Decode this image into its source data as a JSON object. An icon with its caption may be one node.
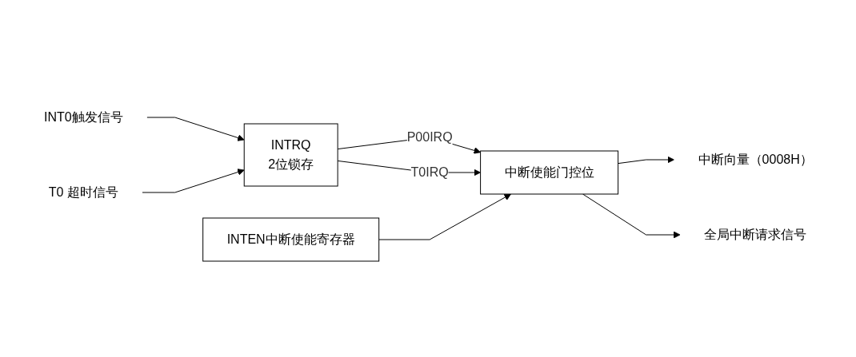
{
  "diagram": {
    "nodes": [
      {
        "text": [
          "INTEN中断使能寄存器"
        ]
      },
      {
        "text": [
          "INTRQ",
          "2位锁存"
        ]
      },
      {
        "text": [
          "中断使能门控位"
        ]
      },
      {
        "text": [
          "INT0触发信号"
        ]
      },
      {
        "text": [
          "T0 超时信号"
        ]
      },
      {
        "text": [
          "中断向量（0008H）"
        ]
      },
      {
        "text": [
          "全局中断请求信号"
        ]
      }
    ],
    "edges": [
      {
        "from": 3,
        "to": 1,
        "arrow": "to"
      },
      {
        "from": 4,
        "to": 1,
        "arrow": "to"
      },
      {
        "from": 1,
        "to": 2,
        "arrow": "to",
        "label": "P00IRQ"
      },
      {
        "from": 1,
        "to": 2,
        "arrow": "to",
        "label": "T0IRQ"
      },
      {
        "from": 0,
        "to": 2,
        "arrow": "to"
      },
      {
        "from": 2,
        "to": 5,
        "arrow": "to"
      },
      {
        "from": 2,
        "to": 6,
        "arrow": "to"
      }
    ]
  }
}
